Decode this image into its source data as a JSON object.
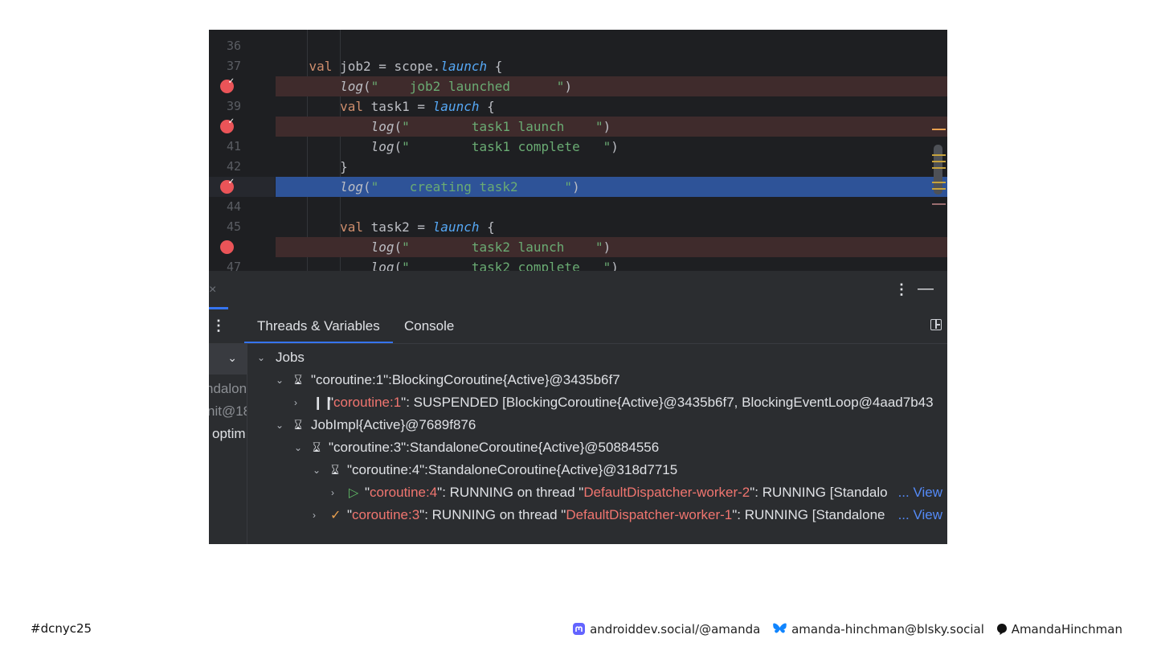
{
  "editor": {
    "lines": [
      {
        "num": "36",
        "kind": "plain",
        "tokens": []
      },
      {
        "num": "37",
        "kind": "plain",
        "tokens": [
          {
            "t": "    ",
            "c": ""
          },
          {
            "t": "val",
            "c": "t-kw"
          },
          {
            "t": " job2 ",
            "c": "t-var"
          },
          {
            "t": "= scope.",
            "c": ""
          },
          {
            "t": "launch",
            "c": "t-fn"
          },
          {
            "t": " {",
            "c": ""
          }
        ]
      },
      {
        "num": "",
        "kind": "breakpoint-check",
        "tokens": [
          {
            "t": "        ",
            "c": ""
          },
          {
            "t": "log",
            "c": "t-log"
          },
          {
            "t": "(",
            "c": ""
          },
          {
            "t": "\"    job2 launched      \"",
            "c": "t-str"
          },
          {
            "t": ")",
            "c": ""
          }
        ]
      },
      {
        "num": "39",
        "kind": "plain",
        "tokens": [
          {
            "t": "        ",
            "c": ""
          },
          {
            "t": "val",
            "c": "t-kw"
          },
          {
            "t": " task1 ",
            "c": "t-var"
          },
          {
            "t": "= ",
            "c": ""
          },
          {
            "t": "launch",
            "c": "t-fn"
          },
          {
            "t": " {",
            "c": ""
          }
        ]
      },
      {
        "num": "",
        "kind": "breakpoint-check",
        "tokens": [
          {
            "t": "            ",
            "c": ""
          },
          {
            "t": "log",
            "c": "t-log"
          },
          {
            "t": "(",
            "c": ""
          },
          {
            "t": "\"        task1 launch    \"",
            "c": "t-str"
          },
          {
            "t": ")",
            "c": ""
          }
        ]
      },
      {
        "num": "41",
        "kind": "plain",
        "tokens": [
          {
            "t": "            ",
            "c": ""
          },
          {
            "t": "log",
            "c": "t-log"
          },
          {
            "t": "(",
            "c": ""
          },
          {
            "t": "\"        task1 complete   \"",
            "c": "t-str"
          },
          {
            "t": ")",
            "c": ""
          }
        ]
      },
      {
        "num": "42",
        "kind": "plain",
        "tokens": [
          {
            "t": "        }",
            "c": ""
          }
        ]
      },
      {
        "num": "",
        "kind": "current",
        "tokens": [
          {
            "t": "        ",
            "c": ""
          },
          {
            "t": "log",
            "c": "t-log"
          },
          {
            "t": "(",
            "c": ""
          },
          {
            "t": "\"    creating task2      \"",
            "c": "t-str"
          },
          {
            "t": ")",
            "c": ""
          }
        ]
      },
      {
        "num": "44",
        "kind": "plain",
        "tokens": []
      },
      {
        "num": "45",
        "kind": "plain",
        "tokens": [
          {
            "t": "        ",
            "c": ""
          },
          {
            "t": "val",
            "c": "t-kw"
          },
          {
            "t": " task2 ",
            "c": "t-var"
          },
          {
            "t": "= ",
            "c": ""
          },
          {
            "t": "launch",
            "c": "t-fn"
          },
          {
            "t": " {",
            "c": ""
          }
        ]
      },
      {
        "num": "",
        "kind": "breakpoint",
        "tokens": [
          {
            "t": "            ",
            "c": ""
          },
          {
            "t": "log",
            "c": "t-log"
          },
          {
            "t": "(",
            "c": ""
          },
          {
            "t": "\"        task2 launch    \"",
            "c": "t-str"
          },
          {
            "t": ")",
            "c": ""
          }
        ]
      },
      {
        "num": "47",
        "kind": "plain",
        "tokens": [
          {
            "t": "            ",
            "c": ""
          },
          {
            "t": "log",
            "c": "t-log"
          },
          {
            "t": "(",
            "c": ""
          },
          {
            "t": "\"        task2 complete   \"",
            "c": "t-str"
          },
          {
            "t": ")",
            "c": ""
          }
        ]
      }
    ],
    "marker_colors": [
      "#e9a04f",
      "#c7a33d",
      "#9b6e70"
    ]
  },
  "debugger": {
    "close_glyph": "×",
    "more_glyph": "⋮",
    "minimize_glyph": "—",
    "tabs": {
      "threads_variables": "Threads & Variables",
      "console": "Console"
    },
    "left_pane": {
      "dropdown_glyph": "⌄",
      "line1": "ndalon",
      "line2": "nit@18",
      "line3": "optim"
    },
    "tree": {
      "jobs_label": "Jobs",
      "job_coroutine1": "\"coroutine:1\":BlockingCoroutine{Active}@3435b6f7",
      "c1_prefix": "\"",
      "c1_name": "coroutine:1",
      "c1_rest": "\": SUSPENDED [BlockingCoroutine{Active}@3435b6f7, BlockingEventLoop@4aad7b43",
      "jobimpl": "JobImpl{Active}@7689f876",
      "job_coroutine3": "\"coroutine:3\":StandaloneCoroutine{Active}@50884556",
      "job_coroutine4": "\"coroutine:4\":StandaloneCoroutine{Active}@318d7715",
      "c4_prefix": "\"",
      "c4_name": "coroutine:4",
      "c4_mid": "\": RUNNING on thread \"",
      "c4_thread": "DefaultDispatcher-worker-2",
      "c4_rest": "\": RUNNING [Standalo",
      "c3_prefix": "\"",
      "c3_name": "coroutine:3",
      "c3_mid": "\": RUNNING on thread \"",
      "c3_thread": "DefaultDispatcher-worker-1",
      "c3_rest": "\": RUNNING [Standalone",
      "view_label": "... View"
    }
  },
  "footer": {
    "hashtag": "#dcnyc25",
    "mastodon": "androiddev.social/@amanda",
    "bluesky": "amanda-hinchman@blsky.social",
    "threads": "AmandaHinchman"
  }
}
